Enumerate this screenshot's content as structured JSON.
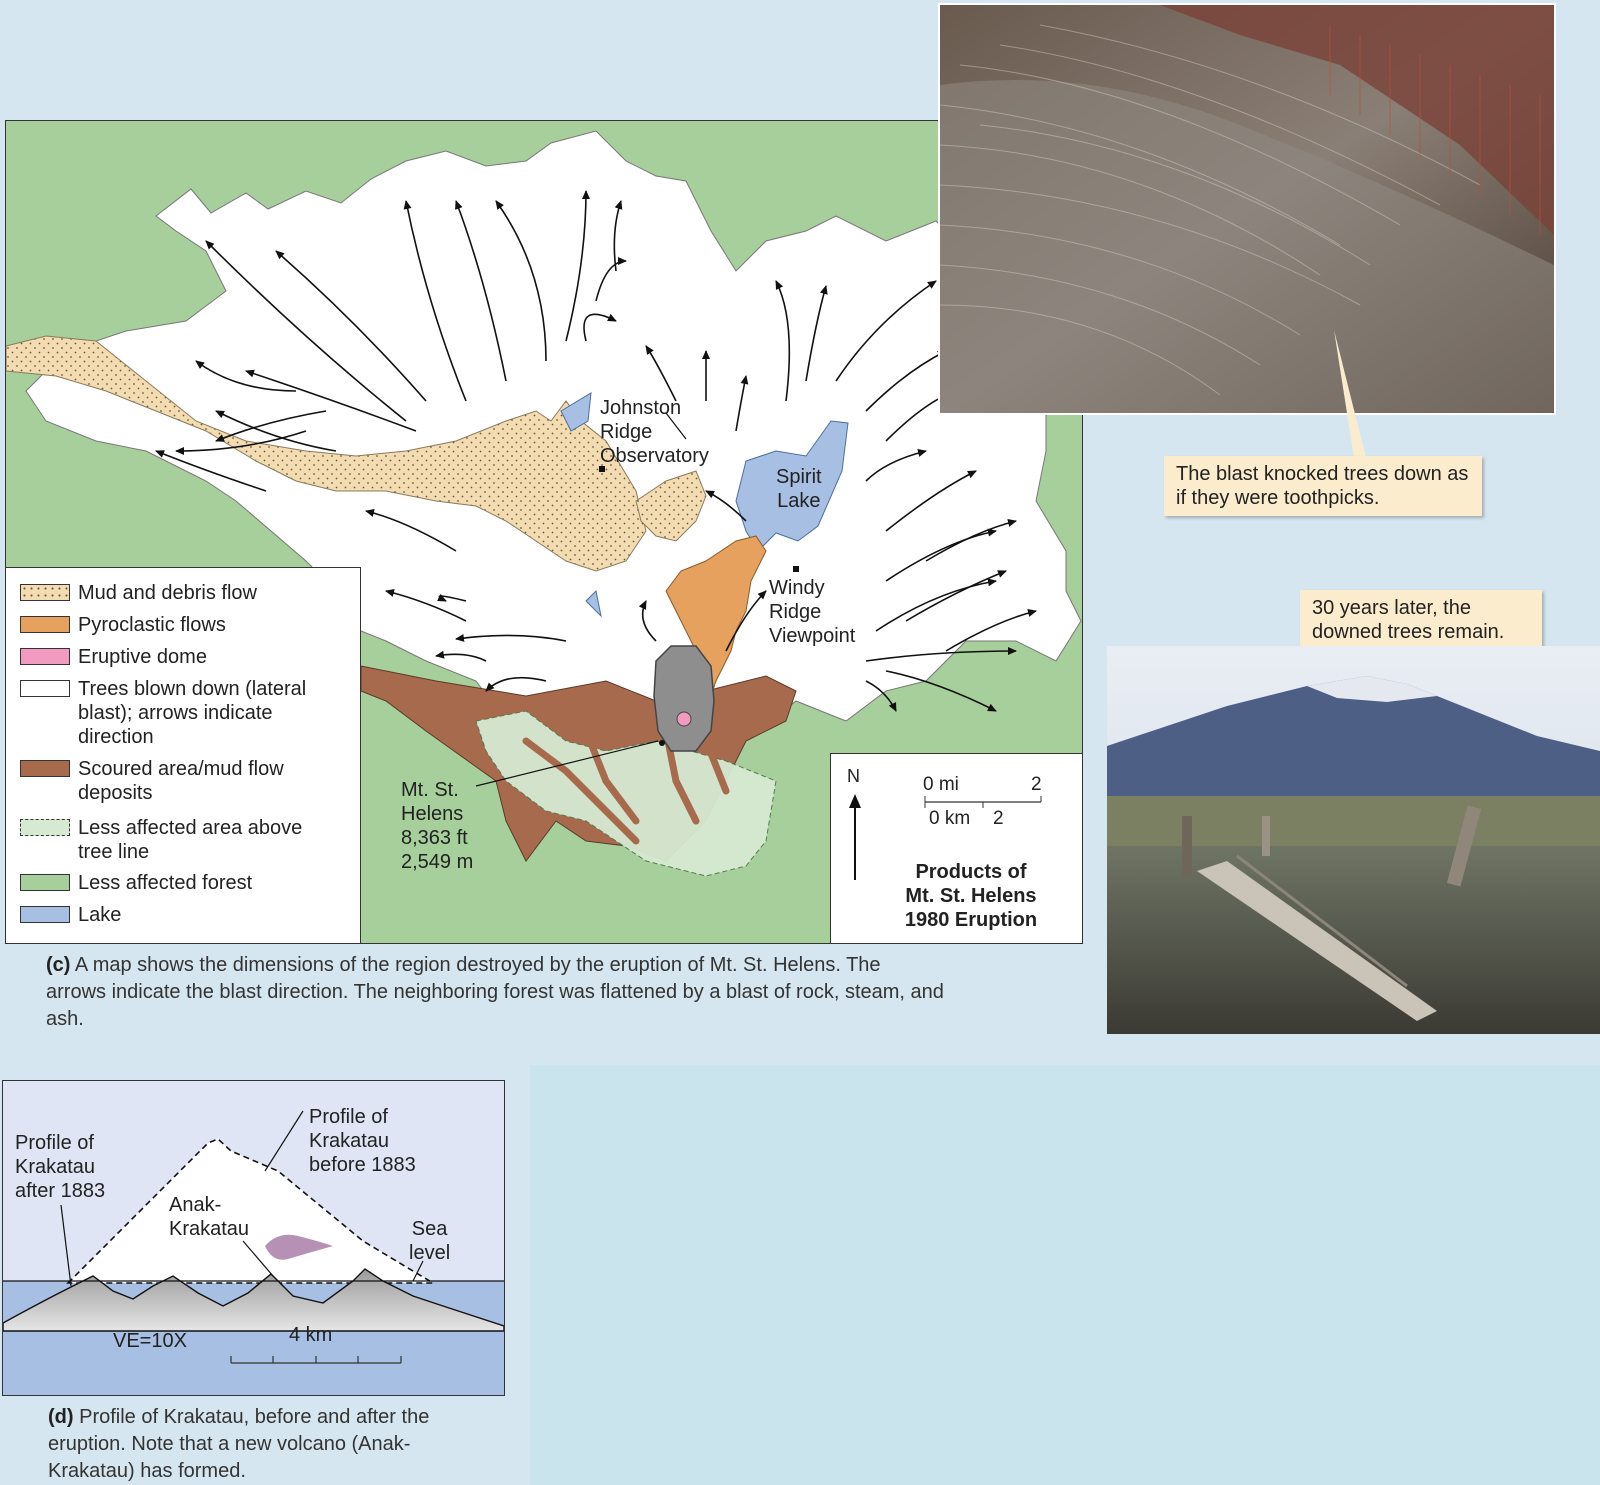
{
  "map": {
    "labels": {
      "johnston": [
        "Johnston",
        "Ridge",
        "Observatory"
      ],
      "spirit": [
        "Spirit",
        "Lake"
      ],
      "windy": [
        "Windy",
        "Ridge",
        "Viewpoint"
      ],
      "helens": [
        "Mt. St.",
        "Helens",
        "8,363 ft",
        "2,549 m"
      ]
    },
    "legend": [
      {
        "label": "Mud and debris flow",
        "color": "#f4dcb2",
        "style": "dotted"
      },
      {
        "label": "Pyroclastic flows",
        "color": "#e6a15e",
        "style": "solid"
      },
      {
        "label": "Eruptive dome",
        "color": "#f29ac0",
        "style": "solid"
      },
      {
        "label": "Trees blown down (lateral blast); arrows indicate direction",
        "color": "#ffffff",
        "style": "solid"
      },
      {
        "label": "Scoured area/mud flow deposits",
        "color": "#a86a4c",
        "style": "solid"
      },
      {
        "label": "Less affected area above tree line",
        "color": "#d6ead2",
        "style": "dashed"
      },
      {
        "label": "Less affected forest",
        "color": "#a7cf9c",
        "style": "solid"
      },
      {
        "label": "Lake",
        "color": "#a7bfe3",
        "style": "solid"
      }
    ],
    "north": "N",
    "scale_mi": [
      "0 mi",
      "2"
    ],
    "scale_km": [
      "0 km",
      "2"
    ],
    "title": [
      "Products of",
      "Mt. St. Helens",
      "1980 Eruption"
    ]
  },
  "caption_c": {
    "tag": "(c)",
    "text": " A map shows the dimensions of the region destroyed by the eruption of Mt. St. Helens. The arrows indicate the blast direction. The neighboring forest was flattened by a blast of rock, steam, and ash."
  },
  "callout1": "The blast knocked trees down as if they were toothpicks.",
  "callout2": "30 years later, the downed trees remain.",
  "krakatau": {
    "after": [
      "Profile of",
      "Krakatau",
      "after 1883"
    ],
    "before": [
      "Profile of",
      "Krakatau",
      "before 1883"
    ],
    "anak": [
      "Anak-",
      "Krakatau"
    ],
    "sea": [
      "Sea",
      "level"
    ],
    "ve": "VE=10X",
    "scale": "4 km"
  },
  "caption_d": {
    "tag": "(d)",
    "text": " Profile of Krakatau, before and after the eruption. Note that a new volcano (Anak-Krakatau) has formed."
  }
}
